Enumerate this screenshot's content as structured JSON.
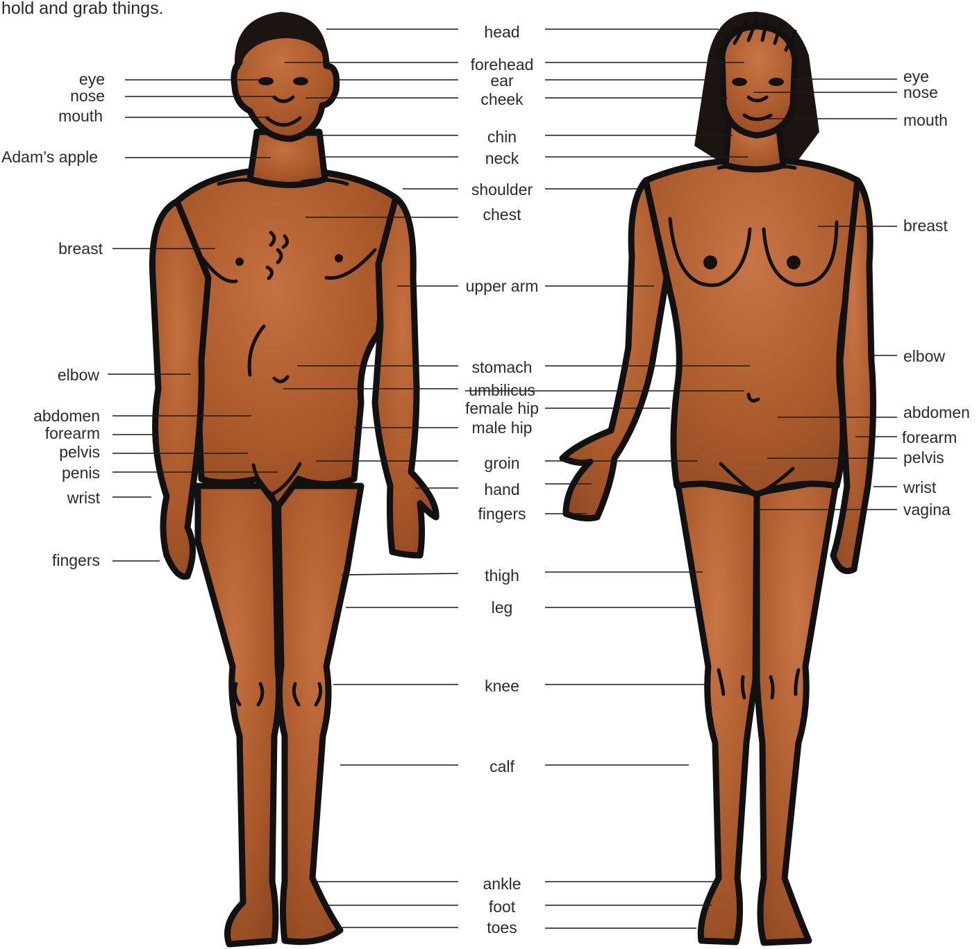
{
  "caption_fragment": "hold and grab things.",
  "center_labels": [
    "head",
    "forehead",
    "ear",
    "cheek",
    "chin",
    "neck",
    "shoulder",
    "chest",
    "upper arm",
    "stomach",
    "umbilicus",
    "female hip",
    "male hip",
    "groin",
    "hand",
    "fingers",
    "thigh",
    "leg",
    "knee",
    "calf",
    "ankle",
    "foot",
    "toes"
  ],
  "male_left_labels": [
    "eye",
    "nose",
    "mouth",
    "Adam’s apple",
    "breast",
    "elbow",
    "abdomen",
    "forearm",
    "pelvis",
    "penis",
    "wrist",
    "fingers"
  ],
  "female_right_labels": [
    "eye",
    "nose",
    "mouth",
    "breast",
    "elbow",
    "abdomen",
    "forearm",
    "pelvis",
    "wrist",
    "vagina"
  ],
  "colors": {
    "skin": "#A9582A",
    "skin_highlight": "#D98B55",
    "outline": "#111111",
    "hair": "#1C1410",
    "label_text": "#2A2A2A"
  }
}
